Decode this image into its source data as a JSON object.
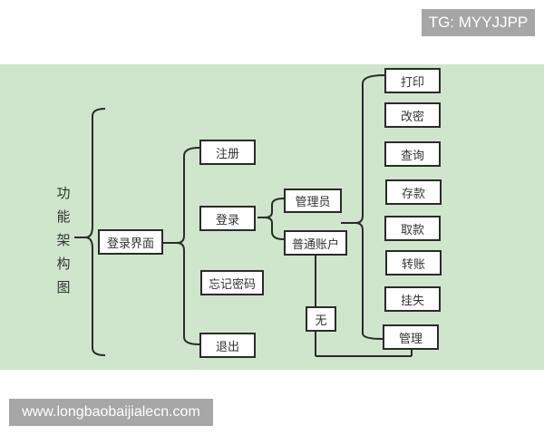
{
  "watermarks": {
    "top": "TG: MYYJJPP",
    "bottom": "www.longbaobaijialecn.com"
  },
  "colors": {
    "background": "#cfe6cc",
    "box_fill": "#ffffff",
    "line": "#2b2b2b",
    "watermark_bg": "#a6a6a6"
  },
  "diagram": {
    "title_chars": [
      "功",
      "能",
      "架",
      "构",
      "图"
    ],
    "root": "登录界面",
    "level1": [
      "注册",
      "登录",
      "忘记密码",
      "退出"
    ],
    "login_children": [
      "管理员",
      "普通账户"
    ],
    "account_functions": [
      "打印",
      "改密",
      "查询",
      "存款",
      "取款",
      "转账",
      "挂失",
      "管理"
    ],
    "none_node": "无"
  }
}
